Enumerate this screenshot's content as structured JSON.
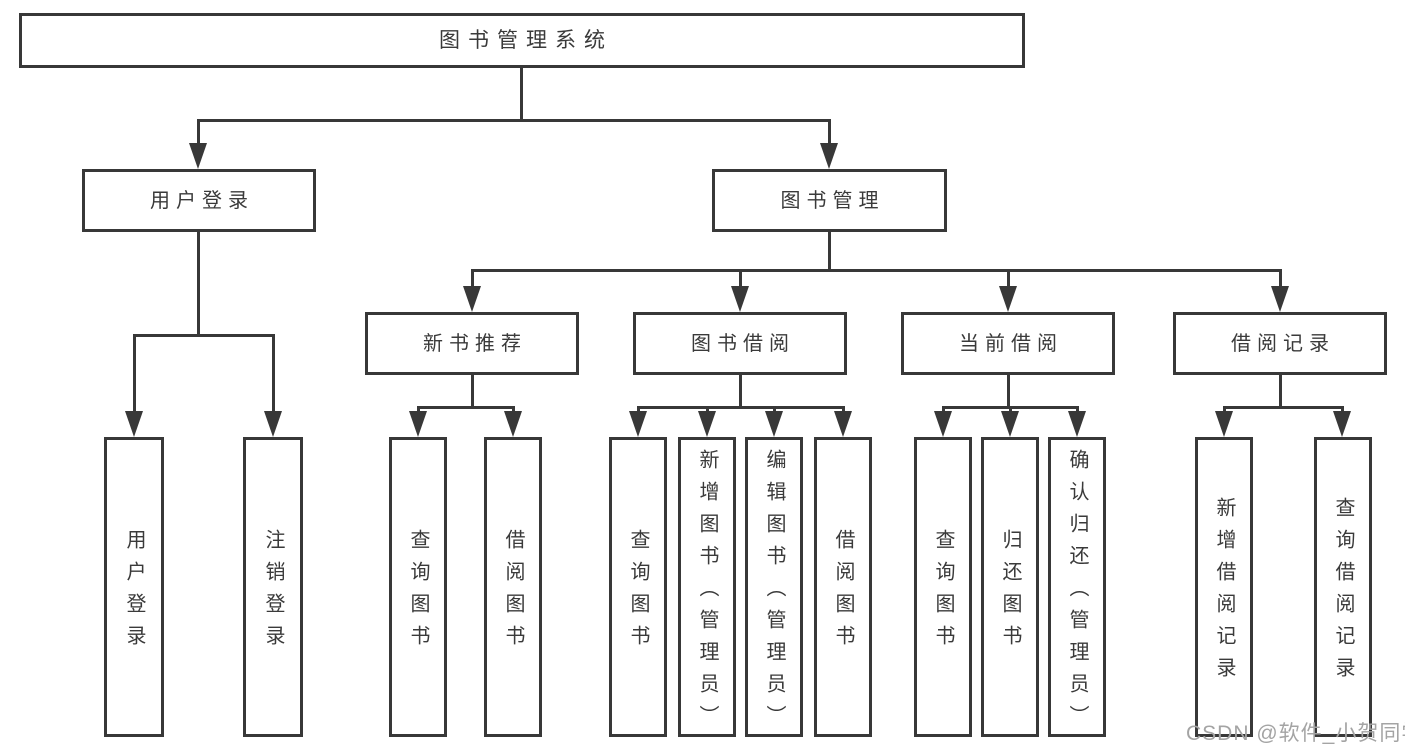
{
  "tree": {
    "root": {
      "label": "图书管理系统"
    },
    "level2": [
      {
        "label": "用户登录"
      },
      {
        "label": "图书管理"
      }
    ],
    "userLoginLeaves": [
      "用户登录",
      "注销登录"
    ],
    "groups": [
      {
        "label": "新书推荐",
        "leaves": [
          "查询图书",
          "借阅图书"
        ]
      },
      {
        "label": "图书借阅",
        "leaves": [
          "查询图书",
          "新增图书（管理员）",
          "编辑图书（管理员）",
          "借阅图书"
        ]
      },
      {
        "label": "当前借阅",
        "leaves": [
          "查询图书",
          "归还图书",
          "确认归还（管理员）"
        ]
      },
      {
        "label": "借阅记录",
        "leaves": [
          "新增借阅记录",
          "查询借阅记录"
        ]
      }
    ]
  },
  "watermark": {
    "text": "CSDN @软件_小贺同学"
  },
  "colors": {
    "line": "#383838",
    "text": "#3a3a3a",
    "box_background": "#ffffff",
    "page_background": "#ffffff",
    "watermark": "#a4a4a4"
  }
}
